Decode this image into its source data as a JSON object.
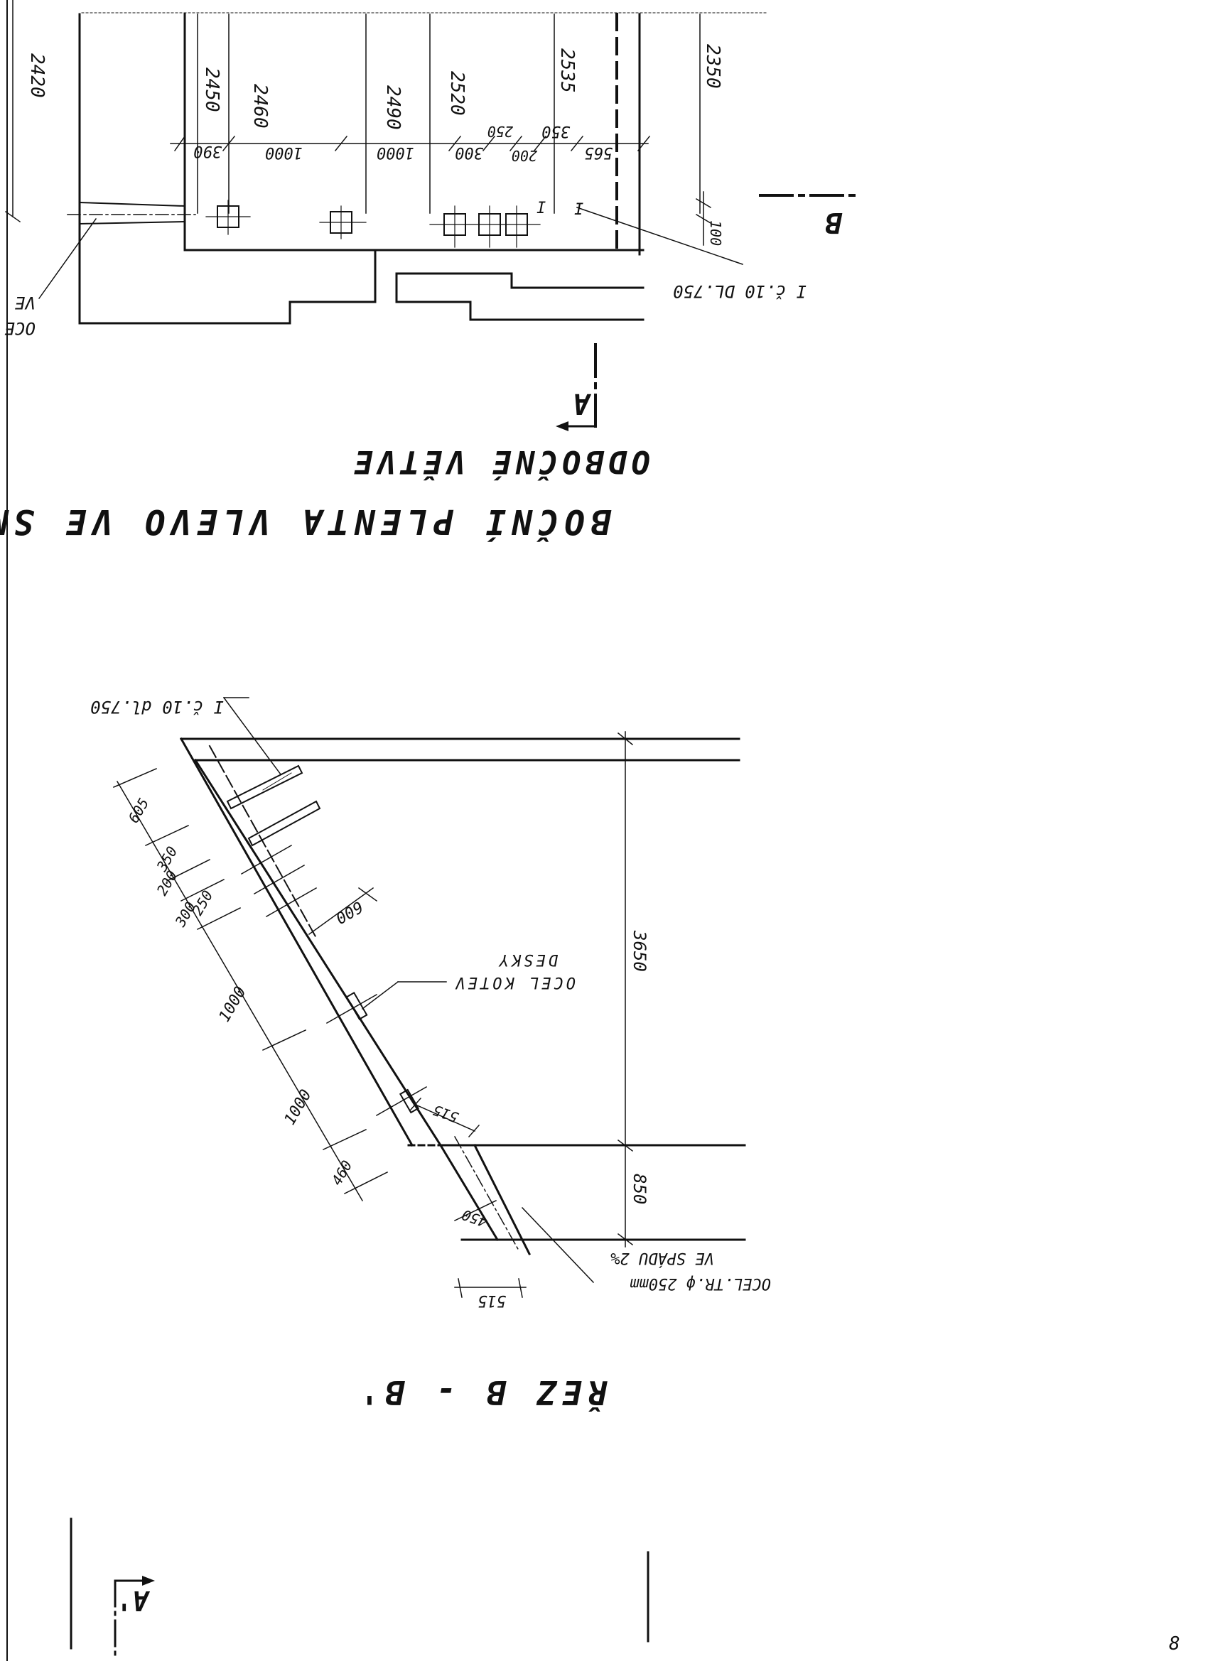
{
  "sheet": {
    "page_number": "8",
    "orientation_note": "upside-down",
    "ink_color": "#111111",
    "paper_color": "#ffffff"
  },
  "view_top": {
    "title_line1": "BOČNÍ PLENTA VLEVO VE SMĚRU",
    "title_line2": "ODBOČNÉ VĚTVE",
    "section_mark_A": "A",
    "section_mark_B": "B",
    "heights": [
      "2420",
      "2450",
      "2460",
      "2490",
      "2520",
      "2535",
      "2350"
    ],
    "spacings": [
      "390",
      "1000",
      "1000",
      "300",
      "250",
      "200",
      "350",
      "565"
    ],
    "dim_100": "100",
    "profile_label": "I č.10 DL.750",
    "steel_label_line1": "OCE",
    "steel_label_line2": "VE",
    "i_mark": "I"
  },
  "view_bottom": {
    "title": "ŘEZ B - B'",
    "profile_label": "I č.10 dl.750",
    "anchor_label_line1": "OCEL KOTEV",
    "anchor_label_line2": "DESKY",
    "pipe_label_line1": "OCEL.TR.ϕ 250mm",
    "pipe_label_line2": "VE SPÁDU 2%",
    "dims_slope": [
      "605",
      "350",
      "200",
      "250",
      "300",
      "1000",
      "1000",
      "460"
    ],
    "dim_600": "600",
    "dim_3650": "3650",
    "dim_850": "850",
    "dim_515_top": "515",
    "dim_515_bottom": "515",
    "dim_450": "450",
    "section_mark_A1": "A'"
  }
}
